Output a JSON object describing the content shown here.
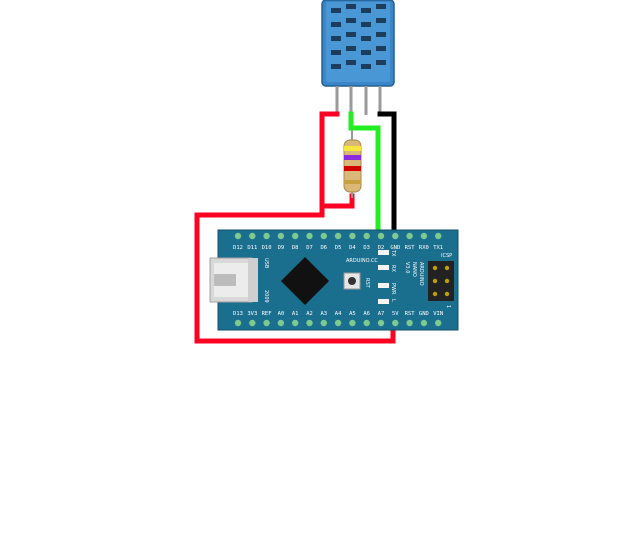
{
  "colors": {
    "wire_power": "#ff0022",
    "wire_data": "#22ee22",
    "wire_ground": "#000000",
    "board": "#1a6e8e",
    "board_dark": "#11506a",
    "sensor": "#3a86c8",
    "pin_green": "#7ec98f",
    "chip": "#111111"
  },
  "components": {
    "sensor": {
      "icon": "dht11-sensor-icon"
    },
    "resistor": {
      "icon": "resistor-icon",
      "bands": [
        "#f5e83a",
        "#8a2be2",
        "#d40000",
        "#c8a040"
      ]
    },
    "board": {
      "icon": "arduino-nano-icon",
      "top_pins": [
        "D12",
        "D11",
        "D10",
        "D9",
        "D8",
        "D7",
        "D6",
        "D5",
        "D4",
        "D3",
        "D2",
        "GND",
        "RST",
        "RX0",
        "TX1"
      ],
      "bottom_pins": [
        "D13",
        "3V3",
        "REF",
        "A0",
        "A1",
        "A2",
        "A3",
        "A4",
        "A5",
        "A6",
        "A7",
        "5V",
        "RST",
        "GND",
        "VIN"
      ],
      "usb_label": "USB",
      "brand_label": "ARDUINO.CC",
      "side_labels": [
        "TX",
        "RX",
        "PWR",
        "L"
      ],
      "reset_label": "RST",
      "icsp_label": "ICSP",
      "model_lines": [
        "ARDUINO",
        "NANO",
        "V3.0"
      ],
      "year_label": "2009",
      "icsp_pin_one": "1"
    }
  }
}
